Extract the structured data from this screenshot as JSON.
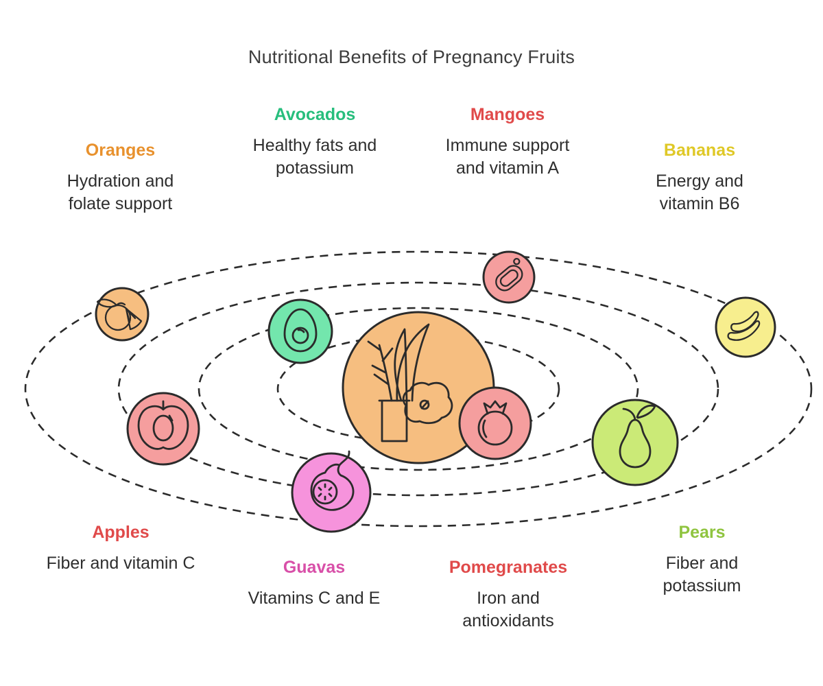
{
  "title": "Nutritional Benefits of Pregnancy Fruits",
  "colors": {
    "title_text": "#3d3d3d",
    "body_text": "#2e2e2e",
    "stroke": "#2b2b2b"
  },
  "center": {
    "icon": "plant-and-quince-icon",
    "circle_fill": "#F6BE80"
  },
  "fruits": [
    {
      "id": "oranges",
      "name": "Oranges",
      "description": "Hydration and folate support",
      "label_color": "#E8912D",
      "circle_fill": "#F6BE80",
      "icon": "orange-slice-icon"
    },
    {
      "id": "avocados",
      "name": "Avocados",
      "description": "Healthy fats and potassium",
      "label_color": "#27BE7D",
      "circle_fill": "#73E6AD",
      "icon": "avocado-icon"
    },
    {
      "id": "mangoes",
      "name": "Mangoes",
      "description": "Immune support and vitamin A",
      "label_color": "#E04A4A",
      "circle_fill": "#F59E9E",
      "icon": "mango-icon"
    },
    {
      "id": "bananas",
      "name": "Bananas",
      "description": "Energy and vitamin B6",
      "label_color": "#DFC827",
      "circle_fill": "#F7EE8E",
      "icon": "bananas-icon"
    },
    {
      "id": "apples",
      "name": "Apples",
      "description": "Fiber and vitamin C",
      "label_color": "#E04A4A",
      "circle_fill": "#F59E9E",
      "icon": "apple-icon"
    },
    {
      "id": "guavas",
      "name": "Guavas",
      "description": "Vitamins C and E",
      "label_color": "#D84FA8",
      "circle_fill": "#F693DC",
      "icon": "guava-icon"
    },
    {
      "id": "pomegranates",
      "name": "Pomegranates",
      "description": "Iron and antioxidants",
      "label_color": "#E04A4A",
      "circle_fill": "#F59E9E",
      "icon": "pomegranate-icon"
    },
    {
      "id": "pears",
      "name": "Pears",
      "description": "Fiber and potassium",
      "label_color": "#8FC43F",
      "circle_fill": "#CBEA77",
      "icon": "pear-icon"
    }
  ]
}
